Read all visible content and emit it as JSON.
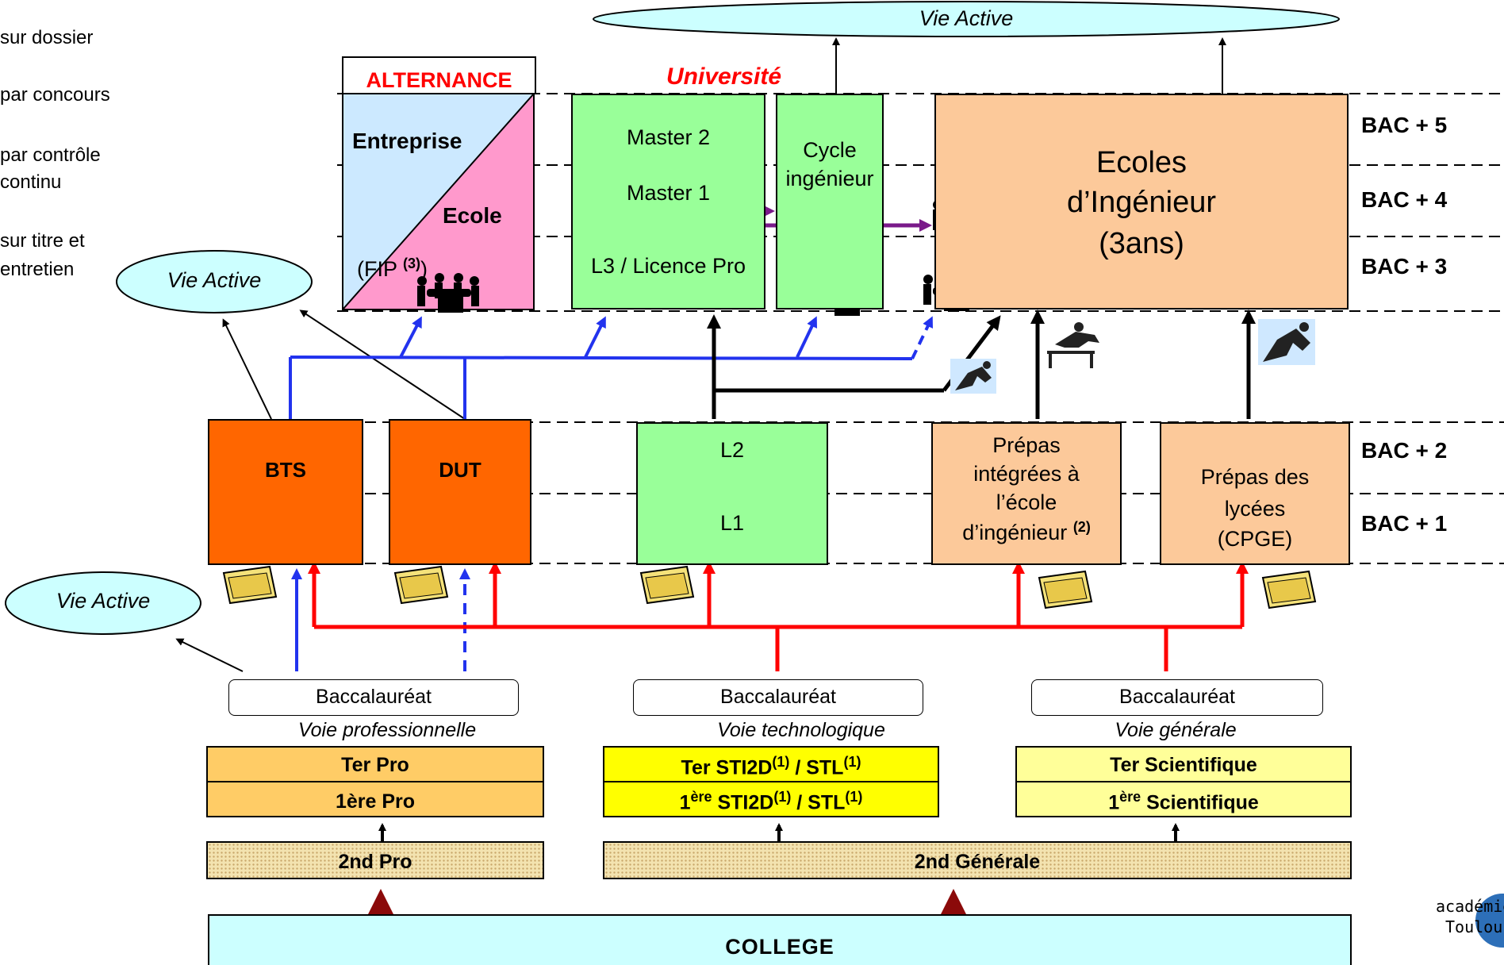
{
  "legend": {
    "items": [
      "sur dossier",
      "par concours",
      "par contrôle",
      "continu",
      "sur titre et",
      "entretien"
    ]
  },
  "vie_active": {
    "top": "Vie Active",
    "left": "Vie Active",
    "bottom_left": "Vie Active"
  },
  "levels": [
    "BAC + 5",
    "BAC + 4",
    "BAC + 3",
    "BAC + 2",
    "BAC + 1"
  ],
  "alternance": {
    "title": "ALTERNANCE",
    "entreprise": "Entreprise",
    "ecole": "Ecole",
    "fip": "(FIP",
    "fip_note": "(3)",
    "fip_close": ")"
  },
  "universite": {
    "title": "Université",
    "master2": "Master 2",
    "master1": "Master 1",
    "l3": "L3 / Licence Pro",
    "cycle1": "Cycle",
    "cycle2": "ingénieur",
    "l2": "L2",
    "l1": "L1"
  },
  "ecoles": {
    "line1": "Ecoles",
    "line2": "d’Ingénieur",
    "line3": "(3ans)"
  },
  "bts": "BTS",
  "dut": "DUT",
  "prepas_integrees": {
    "l1": "Prépas",
    "l2": "intégrées à",
    "l3": "l’école",
    "l4": "d’ingénieur",
    "note": "(2)"
  },
  "prepas_lycees": {
    "l1": "Prépas des",
    "l2": "lycées",
    "l3": "(CPGE)"
  },
  "bacs": {
    "label": "Baccalauréat",
    "pro": "Voie professionnelle",
    "techno": "Voie technologique",
    "generale": "Voie générale"
  },
  "pro": {
    "ter": "Ter Pro",
    "premiere": "1ère Pro",
    "seconde": "2nd Pro"
  },
  "techno": {
    "ter_a": "Ter STI2D",
    "ter_b": " / STL",
    "note": "(1)",
    "prem_sup": "ère",
    "prem_a": "1",
    "prem_b": "  STI2D",
    "prem_c": " / STL"
  },
  "generale": {
    "ter": "Ter Scientifique",
    "prem_a": "1",
    "prem_sup": "ère",
    "prem_b": " Scientifique",
    "seconde": "2nd Générale"
  },
  "college": "COLLEGE",
  "logo": {
    "l1": "académie",
    "l2": "Toulouse"
  },
  "colors": {
    "orange": "#ff6600",
    "green": "#99ff99",
    "peach": "#fcc99a",
    "yellow": "#ffff00",
    "pale_yellow": "#ffff99",
    "pro_orange": "#ffcc66",
    "blue": "#2233ee",
    "red": "#ff0000",
    "purple": "#7a1a8a",
    "cyan_box": "#ccffff"
  }
}
